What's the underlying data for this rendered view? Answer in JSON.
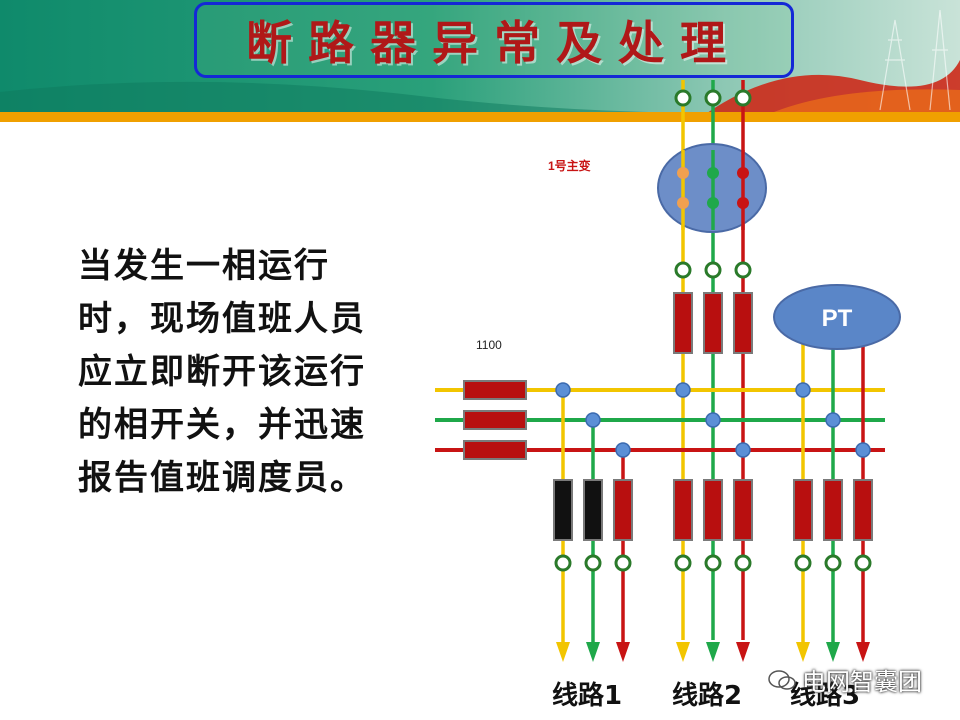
{
  "title": "断路器异常及处理",
  "body_text": "当发生一相运行时，现场值班人员应立即断开该运行的相开关，并迅速报告值班调度员。",
  "diagram": {
    "transformer_label": "1号主变",
    "pt_label": "PT",
    "breaker_label": "1100",
    "line_labels": [
      "线路1",
      "线路2",
      "线路3"
    ],
    "colors": {
      "phase_a": "#f2c500",
      "phase_b": "#1fa84a",
      "phase_c": "#c81414",
      "node": "#5b8fd6",
      "transformer": "#6d8ec8",
      "pt": "#5a86c8",
      "breaker_red": "#b80f0f",
      "breaker_black": "#111111"
    }
  },
  "watermark": "电网智囊团"
}
